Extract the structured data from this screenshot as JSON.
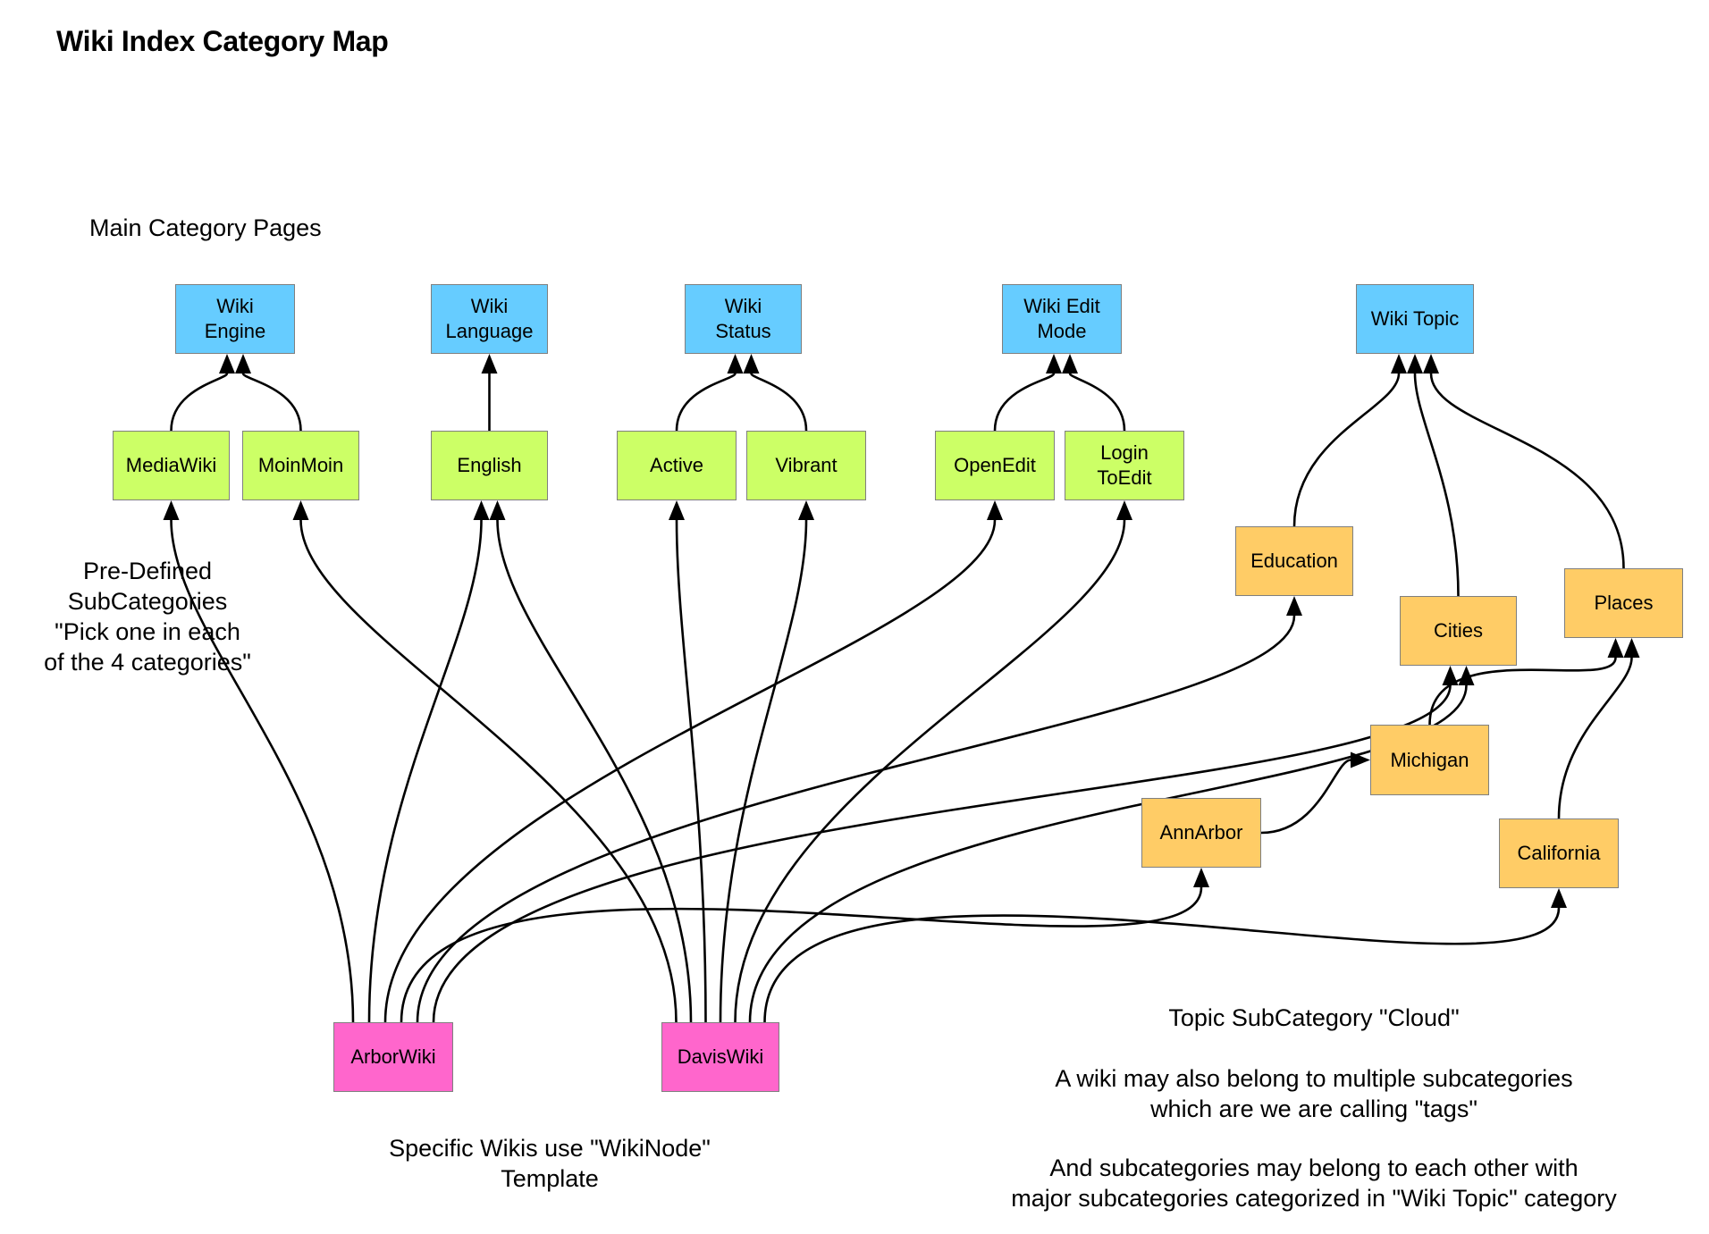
{
  "title": "Wiki Index Category Map",
  "labels": {
    "main_category": "Main Category Pages",
    "predefined": "Pre-Defined\nSubCategories\n\"Pick one in each\nof the 4 categories\"",
    "specific_wikis": "Specific Wikis use \"WikiNode\"\nTemplate",
    "topic_cloud": "Topic SubCategory \"Cloud\"",
    "tags_note": "A wiki may also belong to multiple subcategories\nwhich are we are calling \"tags\"",
    "nesting_note": "And subcategories may belong to each other with\nmajor subcategories categorized in \"Wiki Topic\" category"
  },
  "colors": {
    "main_category": "#66ccff",
    "predefined_subcategory": "#ccff66",
    "topic_subcategory": "#ffcc66",
    "specific_wiki": "#ff66cc"
  },
  "nodes": {
    "wiki_engine": "Wiki\nEngine",
    "wiki_language": "Wiki\nLanguage",
    "wiki_status": "Wiki\nStatus",
    "wiki_edit_mode": "Wiki Edit\nMode",
    "wiki_topic": "Wiki Topic",
    "mediawiki": "MediaWiki",
    "moinmoin": "MoinMoin",
    "english": "English",
    "active": "Active",
    "vibrant": "Vibrant",
    "openedit": "OpenEdit",
    "logintoedit": "Login\nToEdit",
    "education": "Education",
    "cities": "Cities",
    "places": "Places",
    "michigan": "Michigan",
    "annarbor": "AnnArbor",
    "california": "California",
    "arborwiki": "ArborWiki",
    "daviswiki": "DavisWiki"
  },
  "edges": [
    [
      "mediawiki",
      "wiki_engine"
    ],
    [
      "moinmoin",
      "wiki_engine"
    ],
    [
      "english",
      "wiki_language"
    ],
    [
      "active",
      "wiki_status"
    ],
    [
      "vibrant",
      "wiki_status"
    ],
    [
      "openedit",
      "wiki_edit_mode"
    ],
    [
      "logintoedit",
      "wiki_edit_mode"
    ],
    [
      "education",
      "wiki_topic"
    ],
    [
      "cities",
      "wiki_topic"
    ],
    [
      "places",
      "wiki_topic"
    ],
    [
      "michigan",
      "places"
    ],
    [
      "california",
      "places"
    ],
    [
      "annarbor",
      "michigan"
    ],
    [
      "arborwiki",
      "mediawiki"
    ],
    [
      "arborwiki",
      "english"
    ],
    [
      "arborwiki",
      "openedit"
    ],
    [
      "arborwiki",
      "education"
    ],
    [
      "arborwiki",
      "cities"
    ],
    [
      "arborwiki",
      "annarbor"
    ],
    [
      "daviswiki",
      "moinmoin"
    ],
    [
      "daviswiki",
      "english"
    ],
    [
      "daviswiki",
      "active"
    ],
    [
      "daviswiki",
      "vibrant"
    ],
    [
      "daviswiki",
      "logintoedit"
    ],
    [
      "daviswiki",
      "cities"
    ],
    [
      "daviswiki",
      "california"
    ]
  ]
}
